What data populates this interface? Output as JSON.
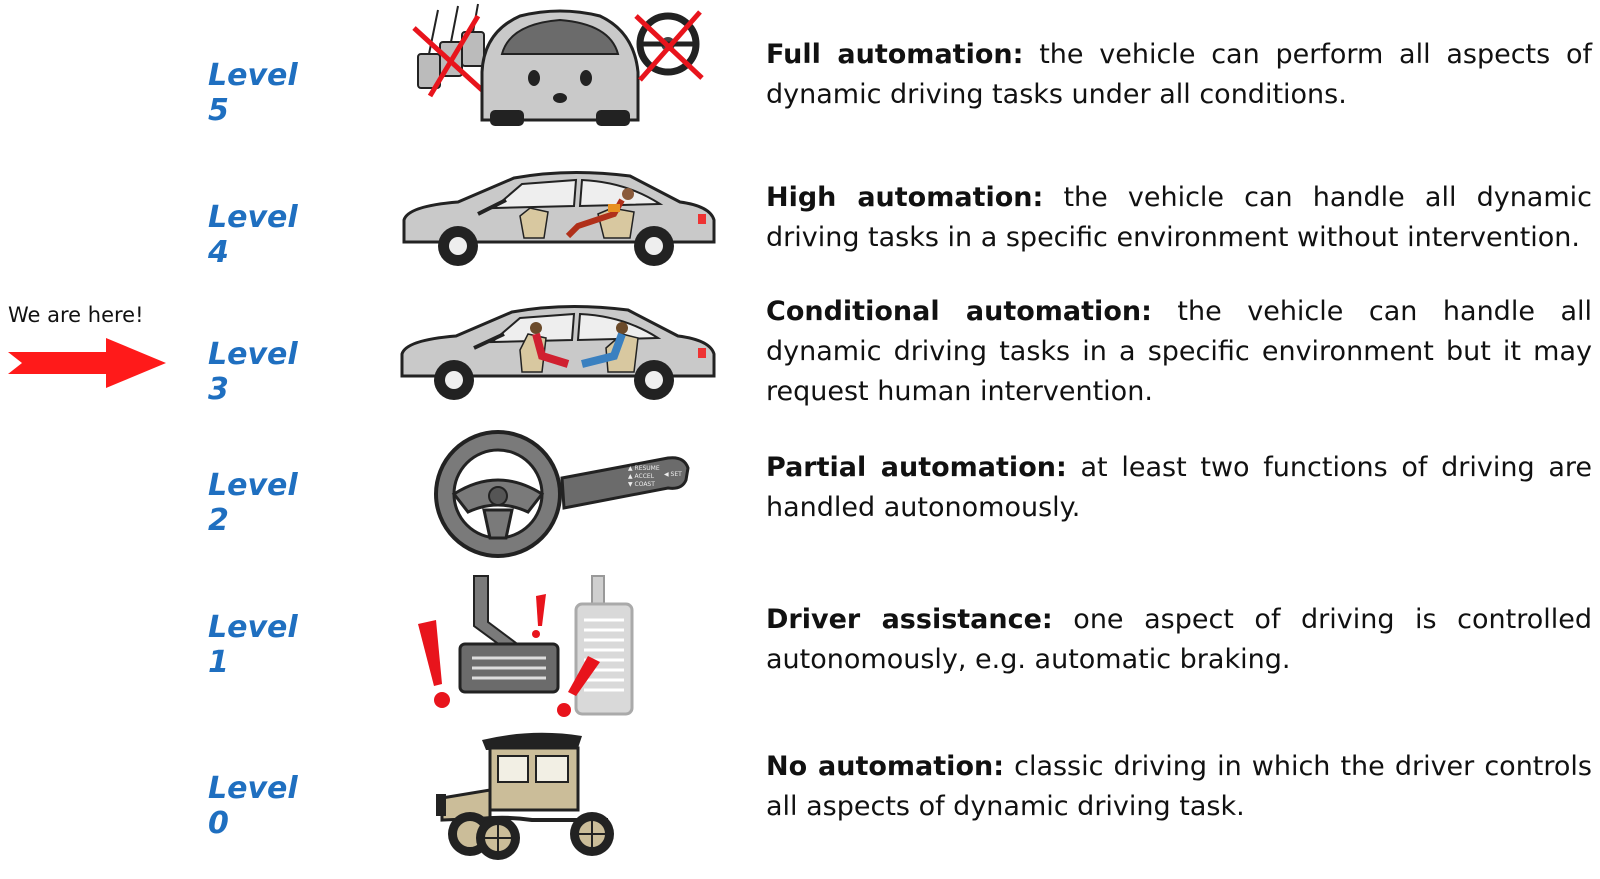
{
  "pointer": {
    "text": "We are here!",
    "target_level": "Level 3",
    "arrow_color": "#ff1a1a"
  },
  "colors": {
    "level_label": "#1f6fc0",
    "warning_red": "#e8141c"
  },
  "levels": [
    {
      "label": "Level 5",
      "title": "Full automation:",
      "description": "the vehicle can perform all aspects of dynamic driving tasks under all conditions.",
      "icon": "self-driving-pod-car-icon"
    },
    {
      "label": "Level 4",
      "title": "High automation:",
      "description": "the vehicle can handle all dynamic driving tasks in a specific environment without intervention.",
      "icon": "car-passenger-reading-icon"
    },
    {
      "label": "Level 3",
      "title": "Conditional automation:",
      "description": "the vehicle can handle all dynamic driving tasks in a specific environment but it may request human intervention.",
      "icon": "car-driver-turned-icon"
    },
    {
      "label": "Level 2",
      "title": "Partial automation:",
      "description": "at least two functions of driving are handled autonomously.",
      "icon": "steering-wheel-cruise-control-icon"
    },
    {
      "label": "Level 1",
      "title": "Driver assistance:",
      "description": "one aspect of driving is controlled autonomously, e.g. automatic braking.",
      "icon": "pedals-warning-icon"
    },
    {
      "label": "Level 0",
      "title": "No automation:",
      "description": "classic driving in which the driver controls all aspects of dynamic driving task.",
      "icon": "vintage-car-icon"
    }
  ]
}
